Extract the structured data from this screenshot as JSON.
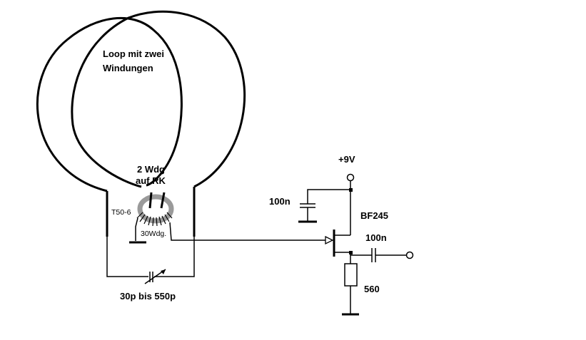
{
  "labels": {
    "loop_line1": "Loop  mit  zwei",
    "loop_line2": "Windungen",
    "coupling_line1": "2  Wdg",
    "coupling_line2": "auf  RK",
    "toroid_type": "T50-6",
    "toroid_winding": "30Wdg.",
    "tuning_cap": "30p  bis  550p",
    "supply": "+9V",
    "bypass_cap": "100n",
    "transistor": "BF245",
    "output_cap": "100n",
    "source_resistor": "560"
  },
  "colors": {
    "line": "#000000",
    "toroid": "#9a9a9a",
    "background": "#ffffff"
  }
}
